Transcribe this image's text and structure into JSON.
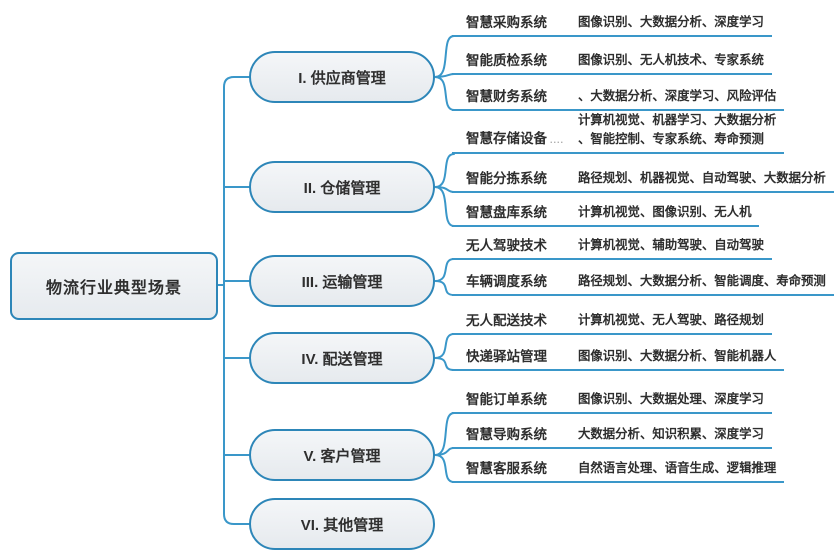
{
  "colors": {
    "line": "#3a97c9",
    "node_border": "#2d86b8",
    "node_fill_top": "#f4f6f8",
    "node_fill_bottom": "#e6eaee",
    "text": "#2f2f2f"
  },
  "root": {
    "label": "物流行业典型场景"
  },
  "branches": [
    {
      "label": "I. 供应商管理",
      "children": [
        {
          "label": "智慧采购系统",
          "tech": "图像识别、大数据分析、深度学习"
        },
        {
          "label": "智能质检系统",
          "tech": "图像识别、无人机技术、专家系统"
        },
        {
          "label": "智慧财务系统",
          "tech": "、大数据分析、深度学习、风险评估"
        }
      ]
    },
    {
      "label": "II. 仓储管理",
      "children": [
        {
          "label": "智慧存储设备",
          "suffix": "....",
          "tech": "计算机视觉、机器学习、大数据分析\n、智能控制、专家系统、寿命预测"
        },
        {
          "label": "智能分拣系统",
          "tech": "路径规划、机器视觉、自动驾驶、大数据分析"
        },
        {
          "label": "智慧盘库系统",
          "tech": "计算机视觉、图像识别、无人机"
        }
      ]
    },
    {
      "label": "III. 运输管理",
      "children": [
        {
          "label": "无人驾驶技术",
          "tech": "计算机视觉、辅助驾驶、自动驾驶"
        },
        {
          "label": "车辆调度系统",
          "tech": "路径规划、大数据分析、智能调度、寿命预测"
        }
      ]
    },
    {
      "label": "IV. 配送管理",
      "children": [
        {
          "label": "无人配送技术",
          "tech": "计算机视觉、无人驾驶、路径规划"
        },
        {
          "label": "快递驿站管理",
          "tech": "图像识别、大数据分析、智能机器人"
        }
      ]
    },
    {
      "label": "V. 客户管理",
      "children": [
        {
          "label": "智能订单系统",
          "tech": "图像识别、大数据处理、深度学习"
        },
        {
          "label": "智慧导购系统",
          "tech": "大数据分析、知识积累、深度学习"
        },
        {
          "label": "智慧客服系统",
          "tech": "自然语言处理、语音生成、逻辑推理"
        }
      ]
    },
    {
      "label": "VI. 其他管理",
      "children": []
    }
  ]
}
